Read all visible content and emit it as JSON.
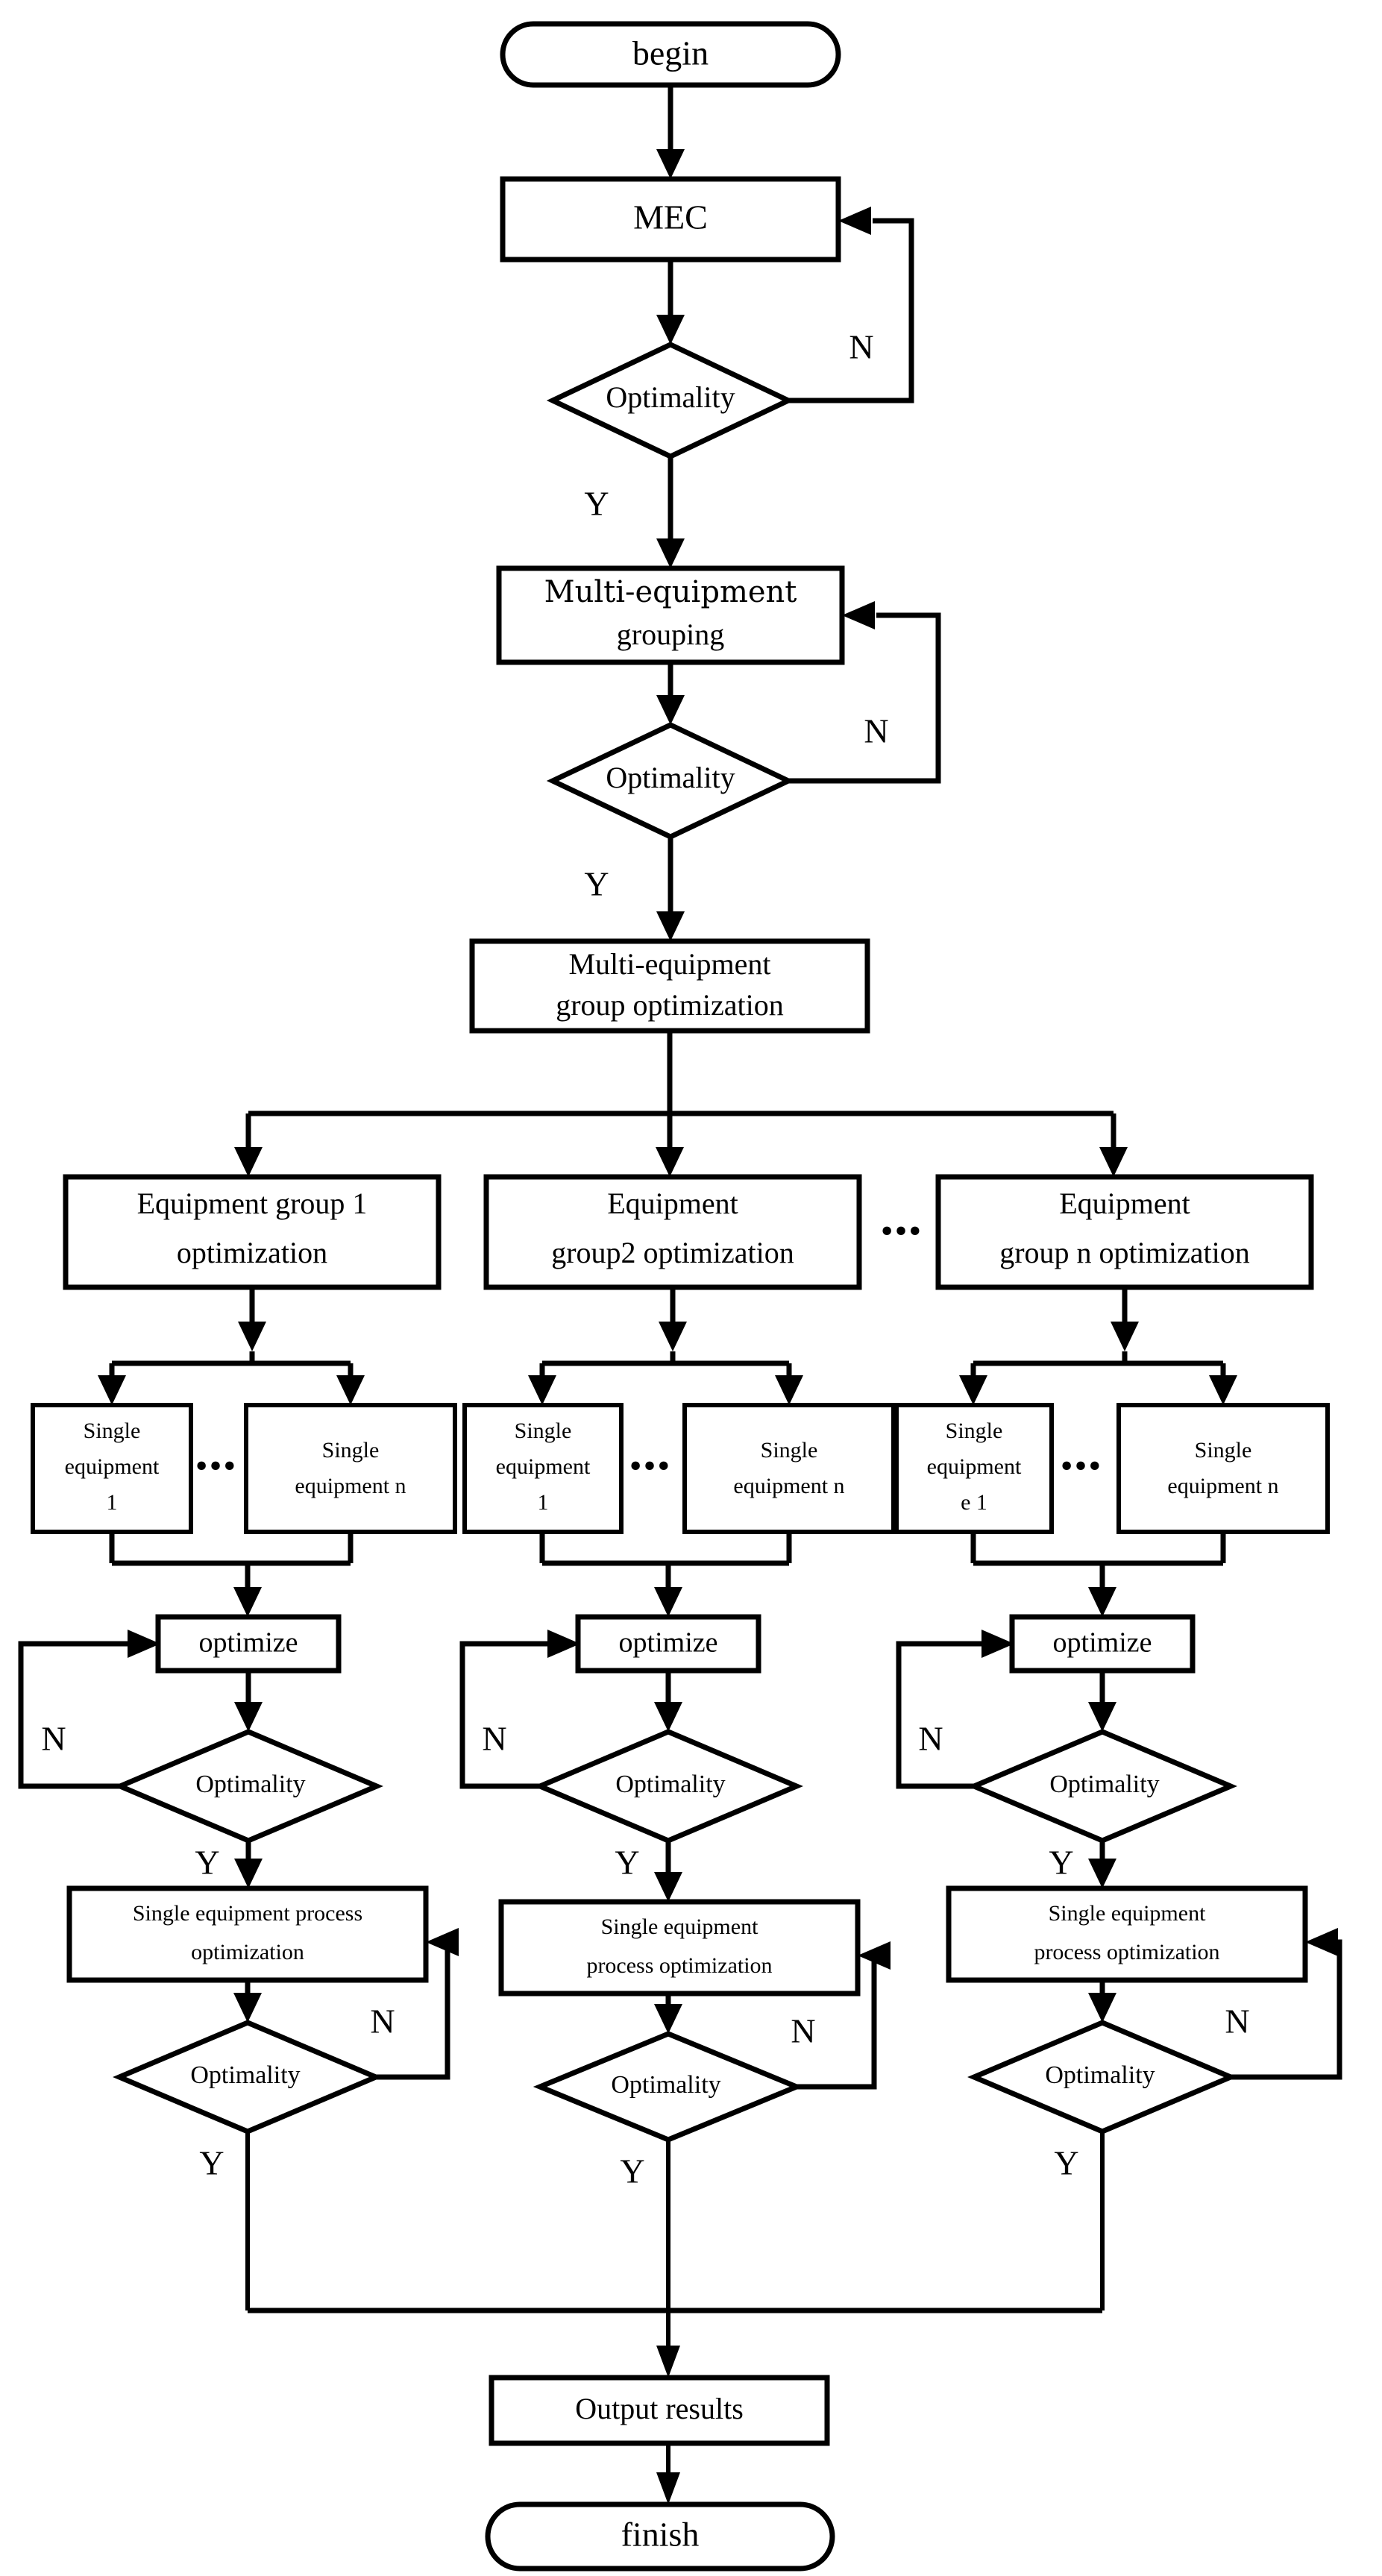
{
  "diagram": {
    "title": "Multi-equipment optimization flowchart",
    "colors": {
      "stroke": "#000000",
      "fill": "#ffffff",
      "background": "#ffffff"
    },
    "labels": {
      "begin": "begin",
      "mec": "MEC",
      "optimality": "Optimality",
      "yes": "Y",
      "no": "N",
      "multi_equipment_grouping_line1": "Multi-equipment",
      "multi_equipment_grouping_line2": "grouping",
      "multi_equipment_group_opt_line1": "Multi-equipment",
      "multi_equipment_group_opt_line2": "group optimization",
      "ellipsis": "•••",
      "optimize": "optimize",
      "output_results": "Output results",
      "finish": "finish"
    },
    "equipment_groups": [
      {
        "id": "group1",
        "line1": "Equipment group 1",
        "line2": "optimization"
      },
      {
        "id": "group2",
        "line1": "Equipment",
        "line2": "group2 optimization"
      },
      {
        "id": "groupn",
        "line1": "Equipment",
        "line2": "group n optimization"
      }
    ],
    "single_equipment": [
      {
        "id": "g1-first",
        "line1": "Single",
        "line2": "equipment",
        "line3": "1"
      },
      {
        "id": "g1-last",
        "line1": "Single",
        "line2": "equipment n",
        "line3": ""
      },
      {
        "id": "g2-first",
        "line1": "Single",
        "line2": "equipment",
        "line3": "1"
      },
      {
        "id": "g2-last",
        "line1": "Single",
        "line2": "equipment n",
        "line3": ""
      },
      {
        "id": "g3-first",
        "line1": "Single",
        "line2": "equipment",
        "line3": "e 1"
      },
      {
        "id": "g3-last",
        "line1": "Single",
        "line2": "equipment n",
        "line3": ""
      }
    ],
    "process_optimization": [
      {
        "id": "col1",
        "line1": "Single equipment process",
        "line2": "optimization"
      },
      {
        "id": "col2",
        "line1": "Single equipment",
        "line2": "process optimization"
      },
      {
        "id": "col3",
        "line1": "Single equipment",
        "line2": "process optimization"
      }
    ]
  }
}
